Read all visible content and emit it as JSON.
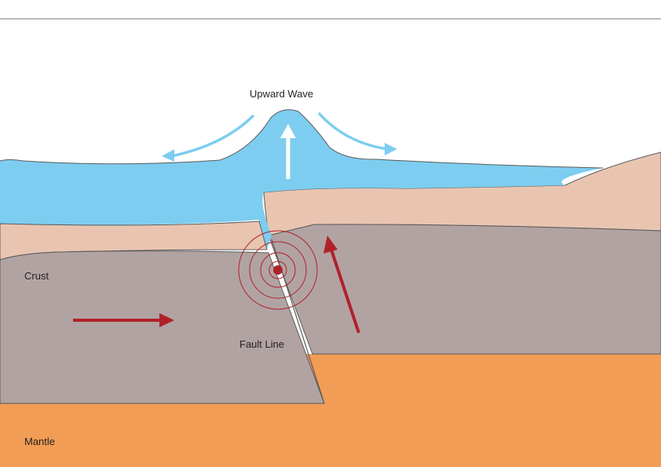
{
  "labels": {
    "upward_wave": "Upward Wave",
    "crust": "Crust",
    "fault_line": "Fault Line",
    "mantle": "Mantle"
  },
  "colors": {
    "water": "#7dcdf0",
    "sediment": "#e9c5b1",
    "crust": "#b2a3a3",
    "mantle": "#f29d55",
    "arrow_red": "#b0222a",
    "wave_arrow": "#7dcdf0",
    "outline": "#5a5a5a"
  }
}
